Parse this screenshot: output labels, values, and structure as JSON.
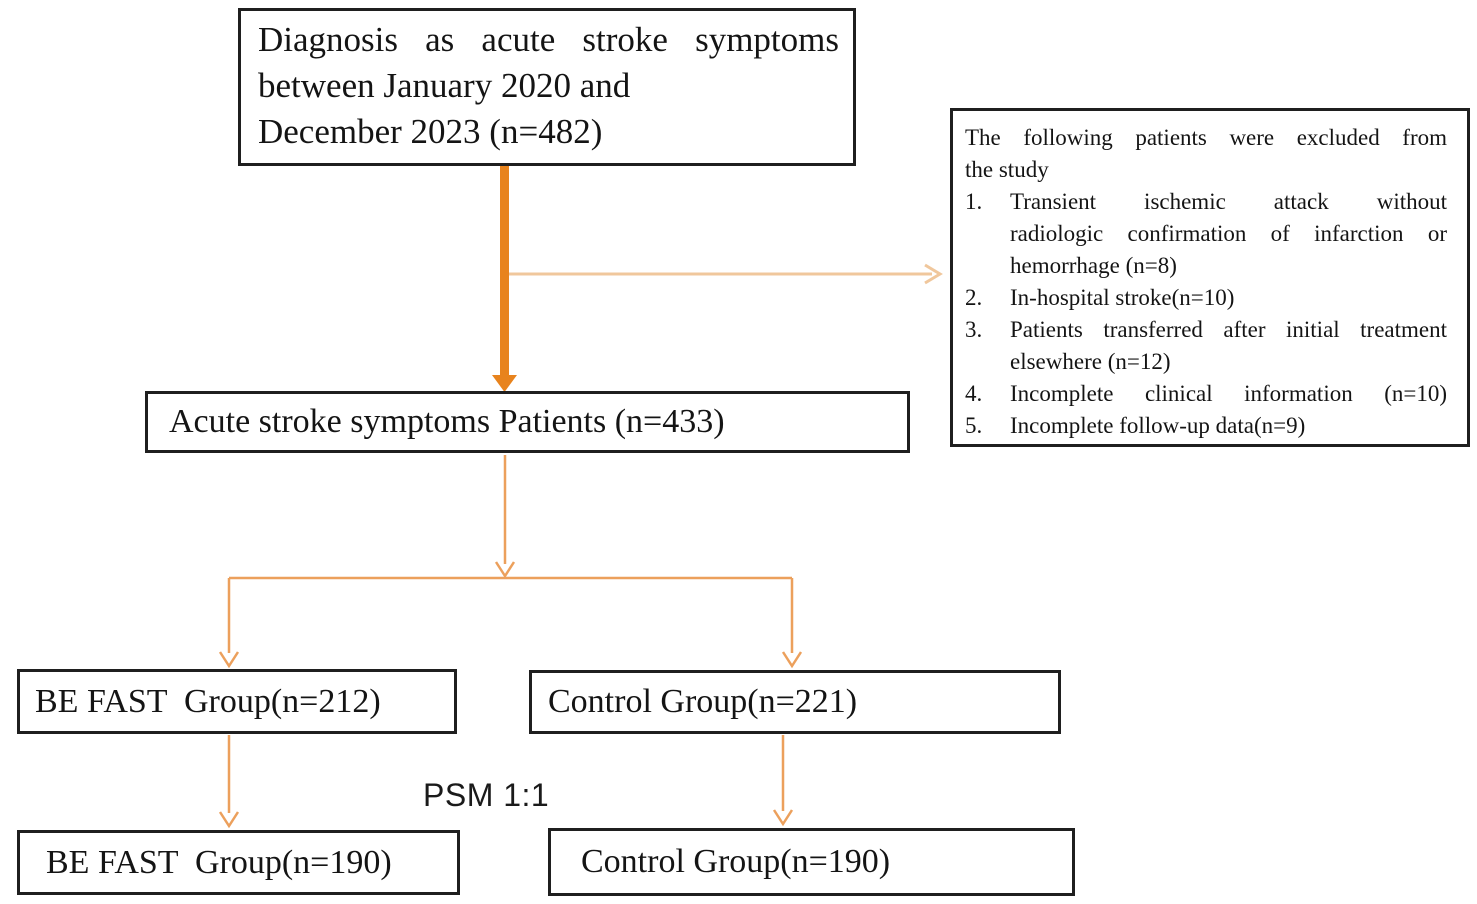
{
  "colors": {
    "background": "#ffffff",
    "box_border": "#1f1f1f",
    "text": "#141414",
    "arrow_thick": "#e8831d",
    "arrow_thin": "#eca05c",
    "arrow_pale": "#f0c79c"
  },
  "figure": {
    "diagnosis_box": {
      "lines": [
        "Diagnosis as acute stroke symptoms",
        "between January 2020 and",
        "December 2023 (n=482)"
      ]
    },
    "exclusion_box": {
      "header_lines": [
        "The following patients were excluded from",
        "the study"
      ],
      "items": [
        {
          "num": "1.",
          "lines": [
            "Transient ischemic attack without",
            "radiologic confirmation of infarction or",
            "hemorrhage (n=8)"
          ]
        },
        {
          "num": "2.",
          "lines": [
            "In-hospital stroke(n=10)"
          ]
        },
        {
          "num": "3.",
          "lines": [
            "Patients transferred after initial treatment",
            "elsewhere (n=12)"
          ]
        },
        {
          "num": "4.",
          "lines": [
            "Incomplete clinical information (n=10)"
          ]
        },
        {
          "num": "5.",
          "lines": [
            "Incomplete follow-up data(n=9)"
          ]
        }
      ]
    },
    "acute_box": {
      "text": "Acute stroke symptoms Patients (n=433)"
    },
    "befast_box": {
      "text": "BE FAST  Group(n=212)"
    },
    "control_box": {
      "text": "Control Group(n=221)"
    },
    "psm_label": "PSM 1:1",
    "befast_matched_box": {
      "text": "BE FAST  Group(n=190)"
    },
    "control_matched_box": {
      "text": "Control Group(n=190)"
    }
  }
}
